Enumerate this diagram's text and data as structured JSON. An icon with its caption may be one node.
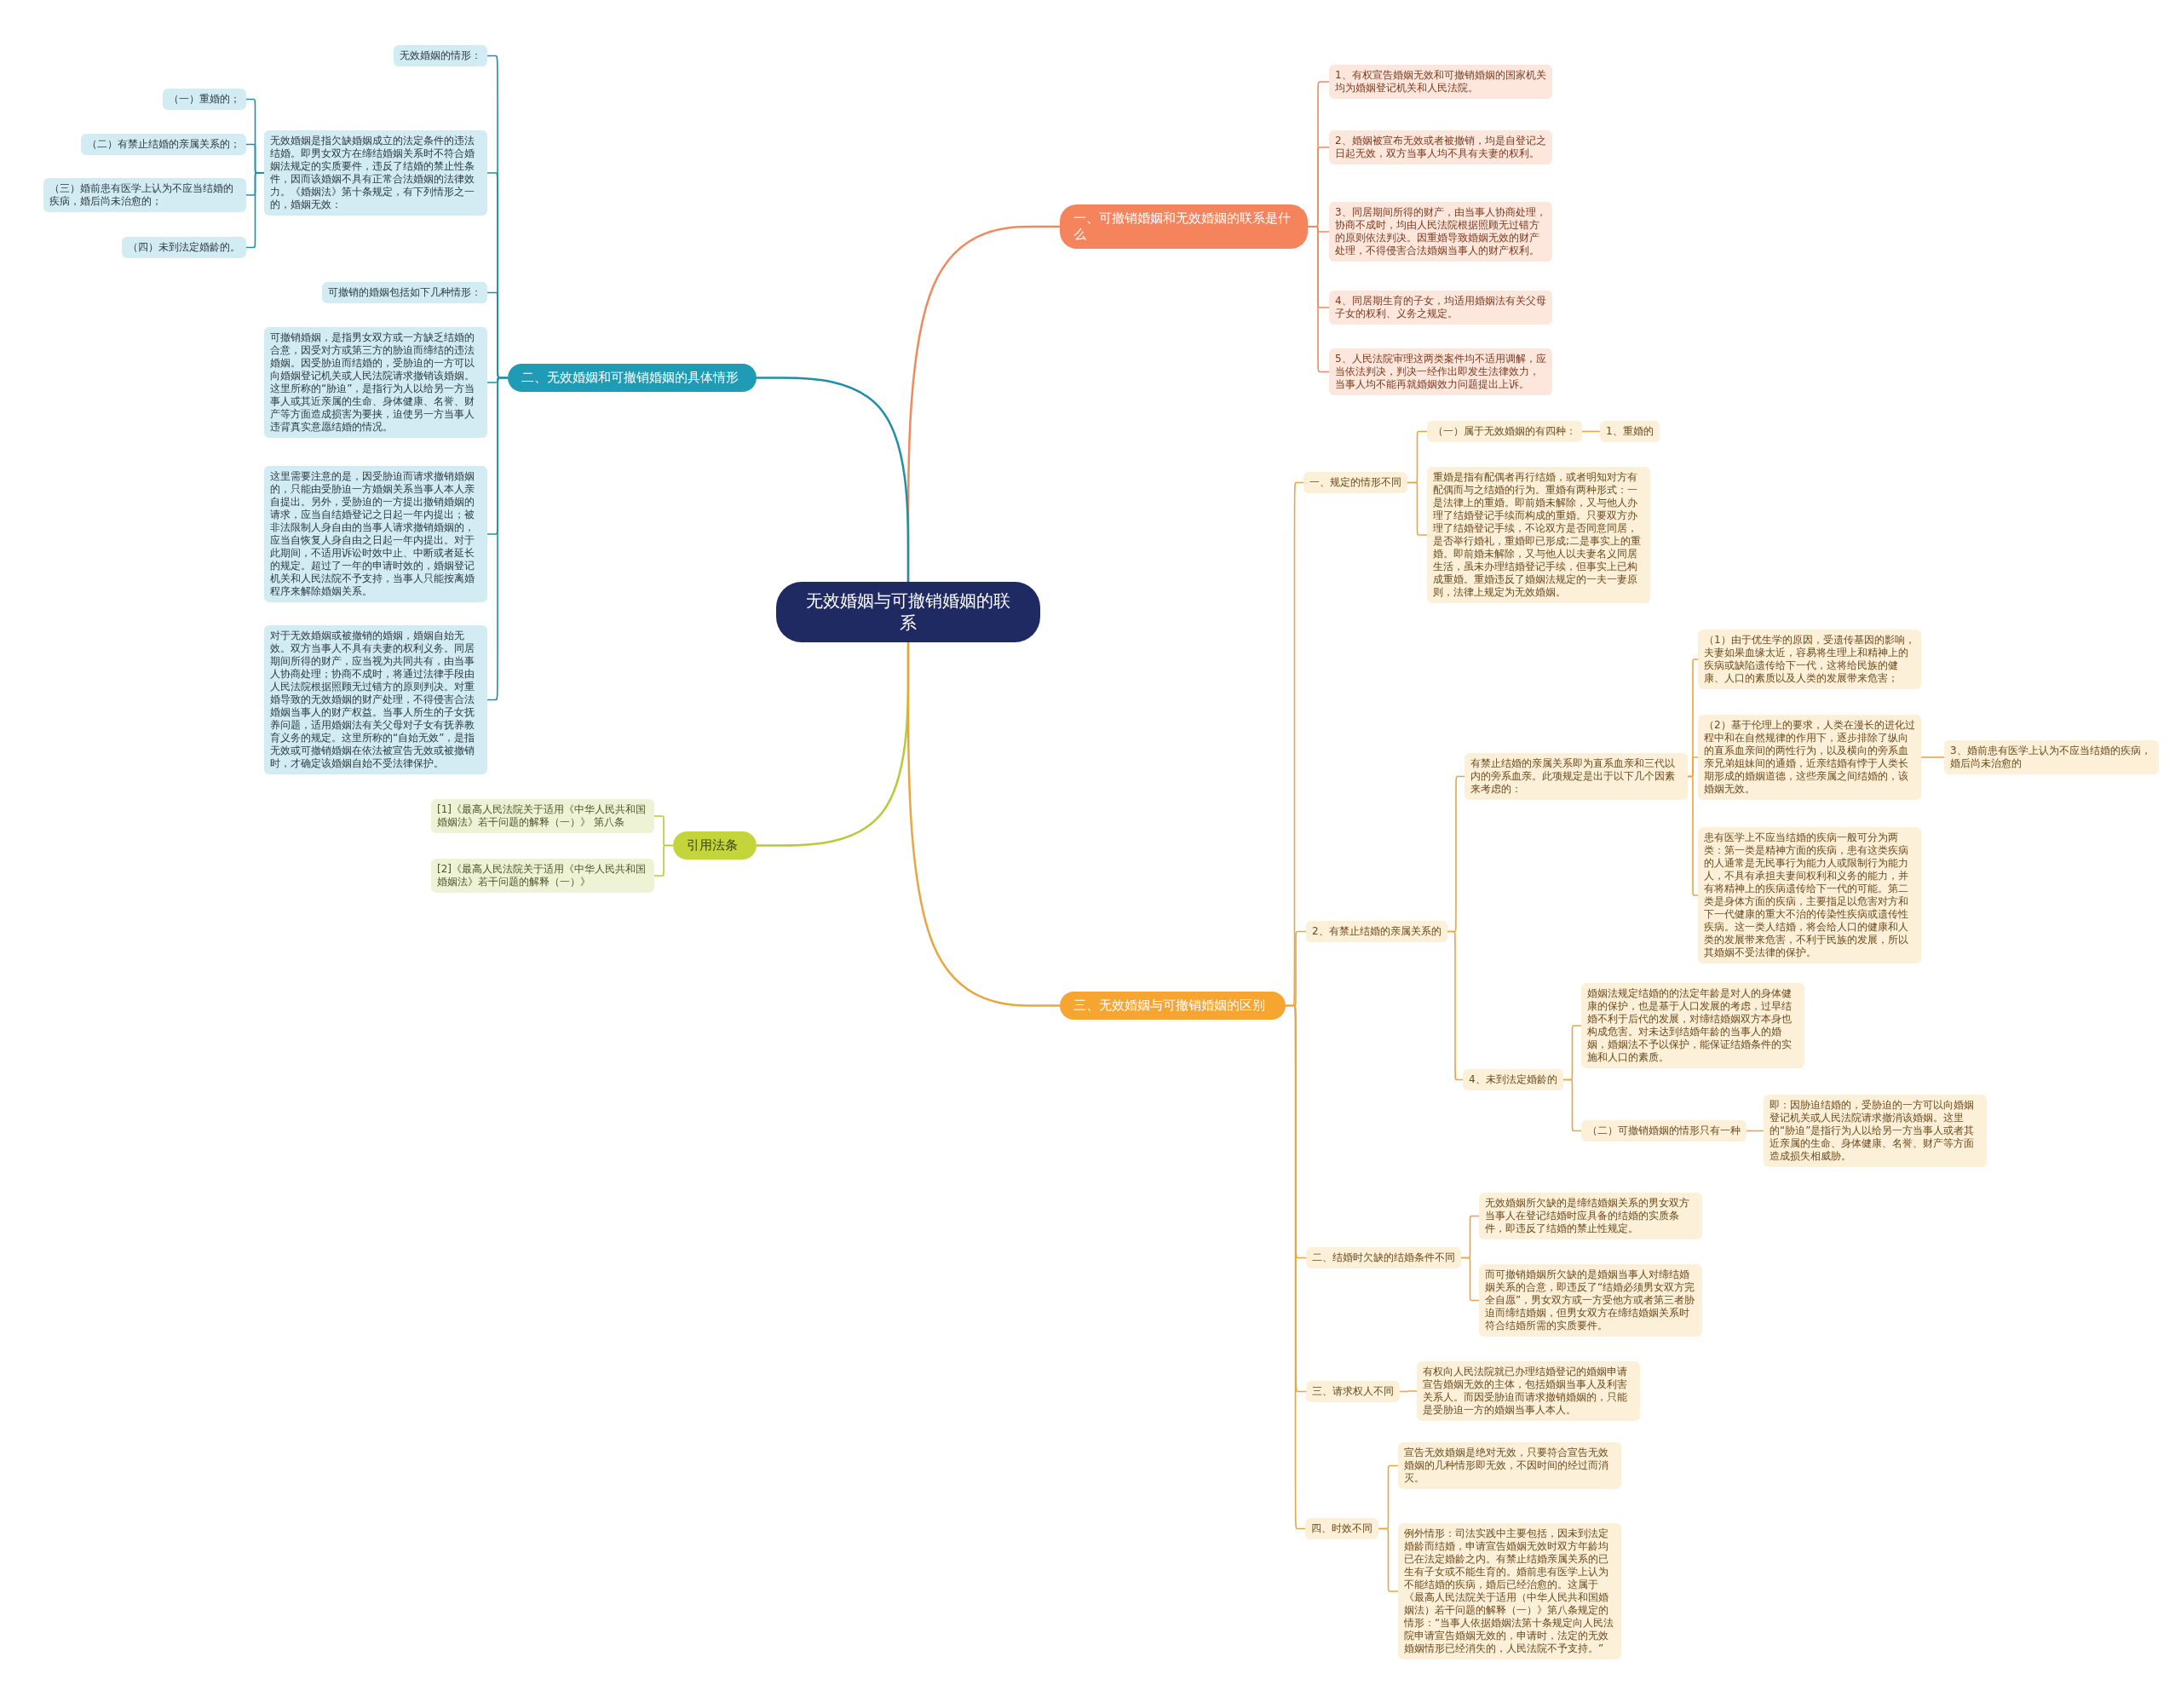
{
  "diagram": {
    "nodes": [
      {
        "text": [
          "无效婚姻与可撤销婚姻的联系"
        ]
      },
      {
        "text": [
          "一、可撤销婚姻和无效婚姻的联系是什么"
        ]
      },
      {
        "text": [
          "1、有权宣告婚姻无效和可撤销婚姻的国家机关均为婚姻登记机关和人民法院。"
        ]
      },
      {
        "text": [
          "2、婚姻被宣布无效或者被撤销，均是自登记之日起无效，双方当事人均不具有夫妻的权利。"
        ]
      },
      {
        "text": [
          "3、同居期间所得的财产，由当事人协商处理，协商不成时，均由人民法院根据照顾无过错方的原则依法判决。因重婚导致婚姻无效的财产处理，不得侵害合法婚姻当事人的财产权利。"
        ]
      },
      {
        "text": [
          "4、同居期生育的子女，均适用婚姻法有关父母子女的权利、义务之规定。"
        ]
      },
      {
        "text": [
          "5、人民法院审理这两类案件均不适用调解，应当依法判决，判决一经作出即发生法律效力，当事人均不能再就婚姻效力问题提出上诉。"
        ]
      },
      {
        "text": [
          "二、无效婚姻和可撤销婚姻的具体情形"
        ]
      },
      {
        "text": [
          "无效婚姻的情形："
        ]
      },
      {
        "text": [
          "无效婚姻是指欠缺婚姻成立的法定条件的违法结婚。即男女双方在缔结婚姻关系时不符合婚姻法规定的实质要件，违反了结婚的禁止性条件，因而该婚姻不具有正常合法婚姻的法律效力。《婚姻法》第十条规定，有下列情形之一的，婚姻无效："
        ]
      },
      {
        "text": [
          "（一）重婚的；"
        ]
      },
      {
        "text": [
          "（二）有禁止结婚的亲属关系的；"
        ]
      },
      {
        "text": [
          "（三）婚前患有医学上认为不应当结婚的疾病，婚后尚未治愈的；"
        ]
      },
      {
        "text": [
          "（四）未到法定婚龄的。"
        ]
      },
      {
        "text": [
          "可撤销的婚姻包括如下几种情形："
        ]
      },
      {
        "text": [
          "可撤销婚姻，是指男女双方或一方缺乏结婚的合意，因受对方或第三方的胁迫而缔结的违法婚姻。因受胁迫而结婚的，受胁迫的一方可以向婚姻登记机关或人民法院请求撤销该婚姻。这里所称的“胁迫”，是指行为人以给另一方当事人或其近亲属的生命、身体健康、名誉、财产等方面造成损害为要挟，迫使另一方当事人违背真实意愿结婚的情况。"
        ]
      },
      {
        "text": [
          "这里需要注意的是，因受胁迫而请求撤销婚姻的，只能由受胁迫一方婚姻关系当事人本人亲自提出。另外，受胁迫的一方提出撤销婚姻的请求，应当自结婚登记之日起一年内提出；被非法限制人身自由的当事人请求撤销婚姻的，应当自恢复人身自由之日起一年内提出。对于此期间，不适用诉讼时效中止、中断或者延长的规定。超过了一年的申请时效的，婚姻登记机关和人民法院不予支持，当事人只能按离婚程序来解除婚姻关系。"
        ]
      },
      {
        "text": [
          "对于无效婚姻或被撤销的婚姻，婚姻自始无效。双方当事人不具有夫妻的权利义务。同居期间所得的财产，应当视为共同共有，由当事人协商处理；协商不成时，将通过法律手段由人民法院根据照顾无过错方的原则判决。对重婚导致的无效婚姻的财产处理，不得侵害合法婚姻当事人的财产权益。当事人所生的子女抚养问题，适用婚姻法有关父母对子女有抚养教育义务的规定。这里所称的“自始无效”，是指无效或可撤销婚姻在依法被宣告无效或被撤销时，才确定该婚姻自始不受法律保护。"
        ]
      },
      {
        "text": [
          "引用法条"
        ]
      },
      {
        "text": [
          "[1]《最高人民法院关于适用《中华人民共和国婚姻法》若干问题的解释（一）》 第八条"
        ]
      },
      {
        "text": [
          "[2]《最高人民法院关于适用《中华人民共和国婚姻法》若干问题的解释（一）》"
        ]
      },
      {
        "text": [
          "三、无效婚姻与可撤销婚姻的区别"
        ]
      },
      {
        "text": [
          "一、规定的情形不同"
        ]
      },
      {
        "text": [
          "（一）属于无效婚姻的有四种："
        ]
      },
      {
        "text": [
          "1、重婚的"
        ]
      },
      {
        "text": [
          "重婚是指有配偶者再行结婚，或者明知对方有配偶而与之结婚的行为。重婚有两种形式：一是法律上的重婚。即前婚未解除，又与他人办理了结婚登记手续而构成的重婚。只要双方办理了结婚登记手续，不论双方是否同意同居，是否举行婚礼，重婚即已形成;二是事实上的重婚。即前婚未解除，又与他人以夫妻名义同居生活，虽未办理结婚登记手续，但事实上已构成重婚。重婚违反了婚姻法规定的一夫一妻原则，法律上规定为无效婚姻。"
        ]
      },
      {
        "text": [
          "2、有禁止结婚的亲属关系的"
        ]
      },
      {
        "text": [
          "有禁止结婚的亲属关系即为直系血亲和三代以内的旁系血亲。此项规定是出于以下几个因素来考虑的："
        ]
      },
      {
        "text": [
          "（1）由于优生学的原因，受遗传基因的影响，夫妻如果血缘太近，容易将生理上和精神上的疾病或缺陷遗传给下一代，这将给民族的健康、人口的素质以及人类的发展带来危害；"
        ]
      },
      {
        "text": [
          "（2）基于伦理上的要求，人类在漫长的进化过程中和在自然规律的作用下，逐步排除了纵向的直系血亲间的两性行为，以及横向的旁系血亲兄弟姐妹间的通婚，近亲结婚有悖于人类长期形成的婚姻道德，这些亲属之间结婚的，该婚姻无效。"
        ]
      },
      {
        "text": [
          "3、婚前患有医学上认为不应当结婚的疾病，婚后尚未治愈的"
        ]
      },
      {
        "text": [
          "患有医学上不应当结婚的疾病一般可分为两类：第一类是精神方面的疾病，患有这类疾病的人通常是无民事行为能力人或限制行为能力人，不具有承担夫妻间权利和义务的能力，并有将精神上的疾病遗传给下一代的可能。第二类是身体方面的疾病，主要指足以危害对方和下一代健康的重大不治的传染性疾病或遗传性疾病。这一类人结婚，将会给人口的健康和人类的发展带来危害，不利于民族的发展，所以其婚姻不受法律的保护。"
        ]
      },
      {
        "text": [
          "4、未到法定婚龄的"
        ]
      },
      {
        "text": [
          "婚姻法规定结婚的的法定年龄是对人的身体健康的保护，也是基于人口发展的考虑，过早结婚不利于后代的发展，对缔结婚姻双方本身也构成危害。对未达到结婚年龄的当事人的婚姻，婚姻法不予以保护，能保证结婚条件的实施和人口的素质。"
        ]
      },
      {
        "text": [
          "（二）可撤销婚姻的情形只有一种"
        ]
      },
      {
        "text": [
          "即：因胁迫结婚的，受胁迫的一方可以向婚姻登记机关或人民法院请求撤消该婚姻。这里的“胁迫”是指行为人以给另一方当事人或者其近亲属的生命、身体健康、名誉、财产等方面造成损失相威胁。"
        ]
      },
      {
        "text": [
          "二、结婚时欠缺的结婚条件不同"
        ]
      },
      {
        "text": [
          "无效婚姻所欠缺的是缔结婚姻关系的男女双方当事人在登记结婚时应具备的结婚的实质条件，即违反了结婚的禁止性规定。"
        ]
      },
      {
        "text": [
          "而可撤销婚姻所欠缺的是婚姻当事人对缔结婚姻关系的合意，即违反了“结婚必须男女双方完全自愿”，男女双方或一方受他方或者第三者胁迫而缔结婚姻，但男女双方在缔结婚姻关系时符合结婚所需的实质要件。"
        ]
      },
      {
        "text": [
          "三、请求权人不同"
        ]
      },
      {
        "text": [
          "有权向人民法院就已办理结婚登记的婚姻申请宣告婚姻无效的主体，包括婚姻当事人及利害关系人。而因受胁迫而请求撤销婚姻的，只能是受胁迫一方的婚姻当事人本人。"
        ]
      },
      {
        "text": [
          "四、时效不同"
        ]
      },
      {
        "text": [
          "宣告无效婚姻是绝对无效，只要符合宣告无效婚姻的几种情形即无效，不因时间的经过而消灭。"
        ]
      },
      {
        "text": [
          "例外情形：司法实践中主要包括，因未到法定婚龄而结婚，申请宣告婚姻无效时双方年龄均已在法定婚龄之内。有禁止结婚亲属关系的已生有子女或不能生育的。婚前患有医学上认为不能结婚的疾病，婚后已经治愈的。这属于《最高人民法院关于适用（中华人民共和国婚姻法）若干问题的解释（一）》第八条规定的情形：“当事人依据婚姻法第十条规定向人民法院申请宣告婚姻无效的，申请时，法定的无效婚姻情形已经消失的，人民法院不予支持。”"
        ]
      }
    ],
    "edges": [
      {
        "from": 0,
        "to": 1,
        "arrow": "none",
        "color": "#ef8a5e"
      },
      {
        "from": 1,
        "to": 2,
        "arrow": "none",
        "color": "#ef8a5e"
      },
      {
        "from": 1,
        "to": 3,
        "arrow": "none",
        "color": "#ef8a5e"
      },
      {
        "from": 1,
        "to": 4,
        "arrow": "none",
        "color": "#ef8a5e"
      },
      {
        "from": 1,
        "to": 5,
        "arrow": "none",
        "color": "#ef8a5e"
      },
      {
        "from": 1,
        "to": 6,
        "arrow": "none",
        "color": "#ef8a5e"
      },
      {
        "from": 0,
        "to": 7,
        "arrow": "none",
        "color": "#1f8ea6"
      },
      {
        "from": 7,
        "to": 8,
        "arrow": "none",
        "color": "#1f8ea6"
      },
      {
        "from": 7,
        "to": 9,
        "arrow": "none",
        "color": "#1f8ea6"
      },
      {
        "from": 9,
        "to": 10,
        "arrow": "none",
        "color": "#1f8ea6"
      },
      {
        "from": 9,
        "to": 11,
        "arrow": "none",
        "color": "#1f8ea6"
      },
      {
        "from": 9,
        "to": 12,
        "arrow": "none",
        "color": "#1f8ea6"
      },
      {
        "from": 9,
        "to": 13,
        "arrow": "none",
        "color": "#1f8ea6"
      },
      {
        "from": 7,
        "to": 14,
        "arrow": "none",
        "color": "#1f8ea6"
      },
      {
        "from": 7,
        "to": 15,
        "arrow": "none",
        "color": "#1f8ea6"
      },
      {
        "from": 7,
        "to": 16,
        "arrow": "none",
        "color": "#1f8ea6"
      },
      {
        "from": 7,
        "to": 17,
        "arrow": "none",
        "color": "#1f8ea6"
      },
      {
        "from": 0,
        "to": 18,
        "arrow": "none",
        "color": "#b8c93a"
      },
      {
        "from": 18,
        "to": 19,
        "arrow": "none",
        "color": "#b8c93a"
      },
      {
        "from": 18,
        "to": 20,
        "arrow": "none",
        "color": "#b8c93a"
      },
      {
        "from": 0,
        "to": 21,
        "arrow": "none"
      },
      {
        "from": 21,
        "to": 22,
        "arrow": "none"
      },
      {
        "from": 22,
        "to": 23,
        "arrow": "none"
      },
      {
        "from": 23,
        "to": 24,
        "arrow": "none"
      },
      {
        "from": 22,
        "to": 25,
        "arrow": "none"
      },
      {
        "from": 21,
        "to": 26,
        "arrow": "none"
      },
      {
        "from": 26,
        "to": 27,
        "arrow": "none"
      },
      {
        "from": 27,
        "to": 28,
        "arrow": "none"
      },
      {
        "from": 27,
        "to": 29,
        "arrow": "none"
      },
      {
        "from": 29,
        "to": 30,
        "arrow": "none"
      },
      {
        "from": 27,
        "to": 31,
        "arrow": "none"
      },
      {
        "from": 26,
        "to": 32,
        "arrow": "none"
      },
      {
        "from": 32,
        "to": 33,
        "arrow": "none"
      },
      {
        "from": 32,
        "to": 34,
        "arrow": "none"
      },
      {
        "from": 34,
        "to": 35,
        "arrow": "none"
      },
      {
        "from": 21,
        "to": 36,
        "arrow": "none"
      },
      {
        "from": 36,
        "to": 37,
        "arrow": "none"
      },
      {
        "from": 36,
        "to": 38,
        "arrow": "none"
      },
      {
        "from": 21,
        "to": 39,
        "arrow": "none"
      },
      {
        "from": 39,
        "to": 40,
        "arrow": "none"
      },
      {
        "from": 21,
        "to": 41,
        "arrow": "none"
      },
      {
        "from": 41,
        "to": 42,
        "arrow": "none"
      },
      {
        "from": 41,
        "to": 43,
        "arrow": "none"
      }
    ]
  }
}
